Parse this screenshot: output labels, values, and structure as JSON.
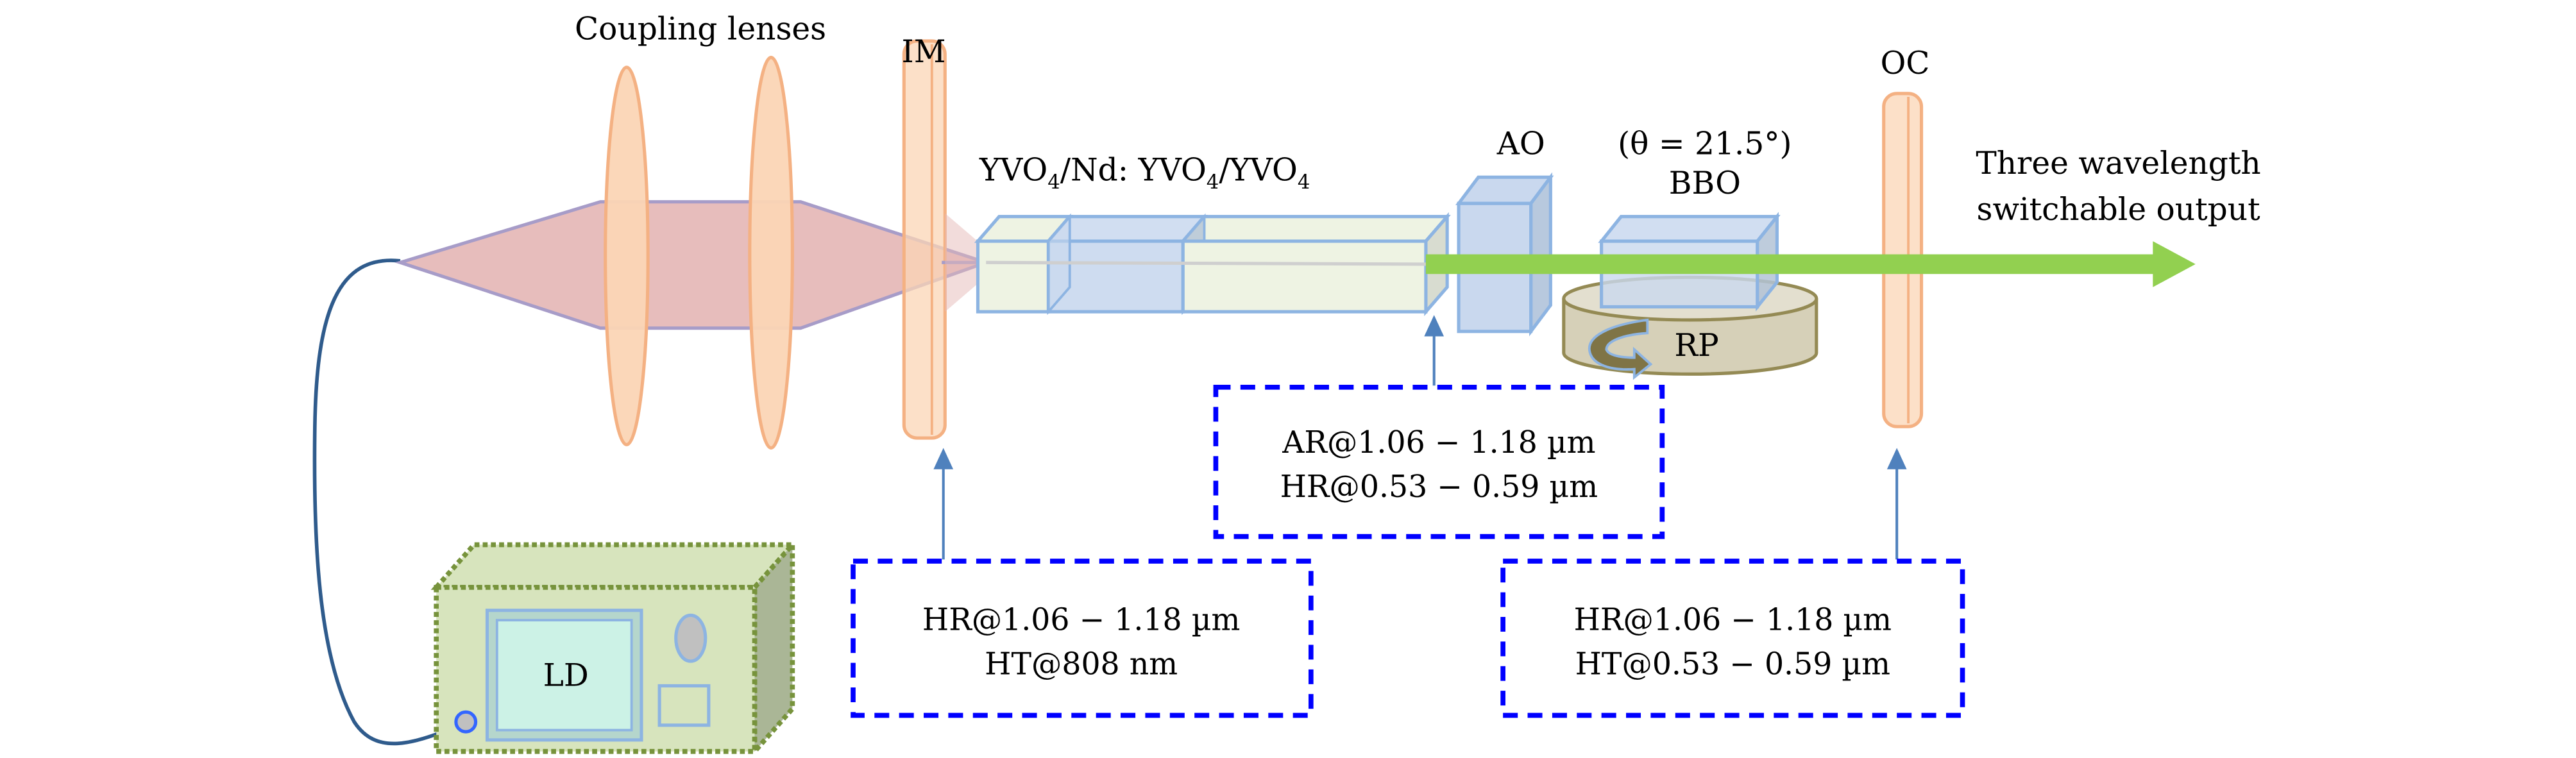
{
  "diagram": {
    "title": "Three-wavelength switchable laser setup",
    "labels": {
      "coupling_lenses": "Coupling lenses",
      "im": "IM",
      "oc": "OC",
      "ao": "AO",
      "crystal_text": "YVO4/Nd: YVO4/YVO4",
      "crystal_parts": [
        "YVO",
        "4",
        "/Nd: YVO",
        "4",
        "/YVO",
        "4"
      ],
      "bbo_angle": "(θ = 21.5°)",
      "bbo": "BBO",
      "rp": "RP",
      "ld": "LD",
      "output_line1": "Three wavelength",
      "output_line2": "switchable output"
    },
    "coating_boxes": {
      "crystal_face": {
        "line1": "AR@1.06 − 1.18 µm",
        "line2": "HR@0.53 − 0.59 µm",
        "points_to": "YVO4 output face"
      },
      "input_mirror": {
        "line1": "HR@1.06 − 1.18 µm",
        "line2": "HT@808 nm",
        "points_to": "IM"
      },
      "output_coupler": {
        "line1": "HR@1.06 − 1.18 µm",
        "line2": "HT@0.53 − 0.59 µm",
        "points_to": "OC"
      }
    },
    "colors": {
      "lens": "#fbd5b5",
      "lens_stroke": "#f4b183",
      "pump_beam": "#e6b9b8",
      "pump_stroke": "#a79cc8",
      "crystal_yvo4": "#eef3e3",
      "crystal_nd": "#c9d8ee",
      "crystal_stroke": "#8db4e2",
      "laser_beam": "#92d050",
      "dashed_box": "#0000ff",
      "pointer_arrow": "#4f81bd",
      "rp_body": "#d6d0b8",
      "rp_stroke": "#948a54",
      "ld_body": "#d7e4bd",
      "ld_stroke": "#77933c",
      "ld_screen": "#ccf2e6",
      "fiber": "#2f5b8c"
    }
  }
}
